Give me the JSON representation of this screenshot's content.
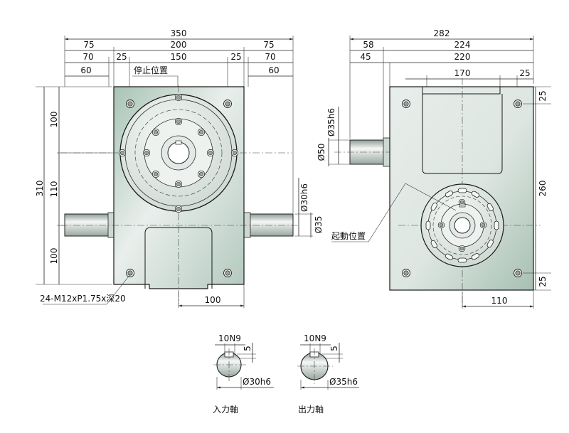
{
  "front_view": {
    "dims": {
      "d350": "350",
      "d200": "200",
      "d75l": "75",
      "d75r": "75",
      "d70l": "70",
      "d70r": "70",
      "d60l": "60",
      "d60r": "60",
      "d25l": "25",
      "d25r": "25",
      "d150": "150",
      "d100t": "100",
      "d110": "110",
      "d100b": "100",
      "d310": "310",
      "d100bottom": "100",
      "d30h6": "Ø30h6",
      "d35": "Ø35"
    },
    "labels": {
      "stop_position": "停止位置",
      "tap_holes": "24-M12xP1.75x深20"
    }
  },
  "side_view": {
    "dims": {
      "d282": "282",
      "d58": "58",
      "d224": "224",
      "d45": "45",
      "d220": "220",
      "d170": "170",
      "d25top": "25",
      "d25r1": "25",
      "d260": "260",
      "d25r2": "25",
      "d110": "110",
      "d35h6": "Ø35h6",
      "d50": "Ø50"
    },
    "labels": {
      "start_position": "起動位置"
    }
  },
  "sections": {
    "input": {
      "keyway": "10N9",
      "depth": "5",
      "diameter": "Ø30h6",
      "caption": "入力軸"
    },
    "output": {
      "keyway": "10N9",
      "depth": "5",
      "diameter": "Ø35h6",
      "caption": "出力軸"
    }
  }
}
